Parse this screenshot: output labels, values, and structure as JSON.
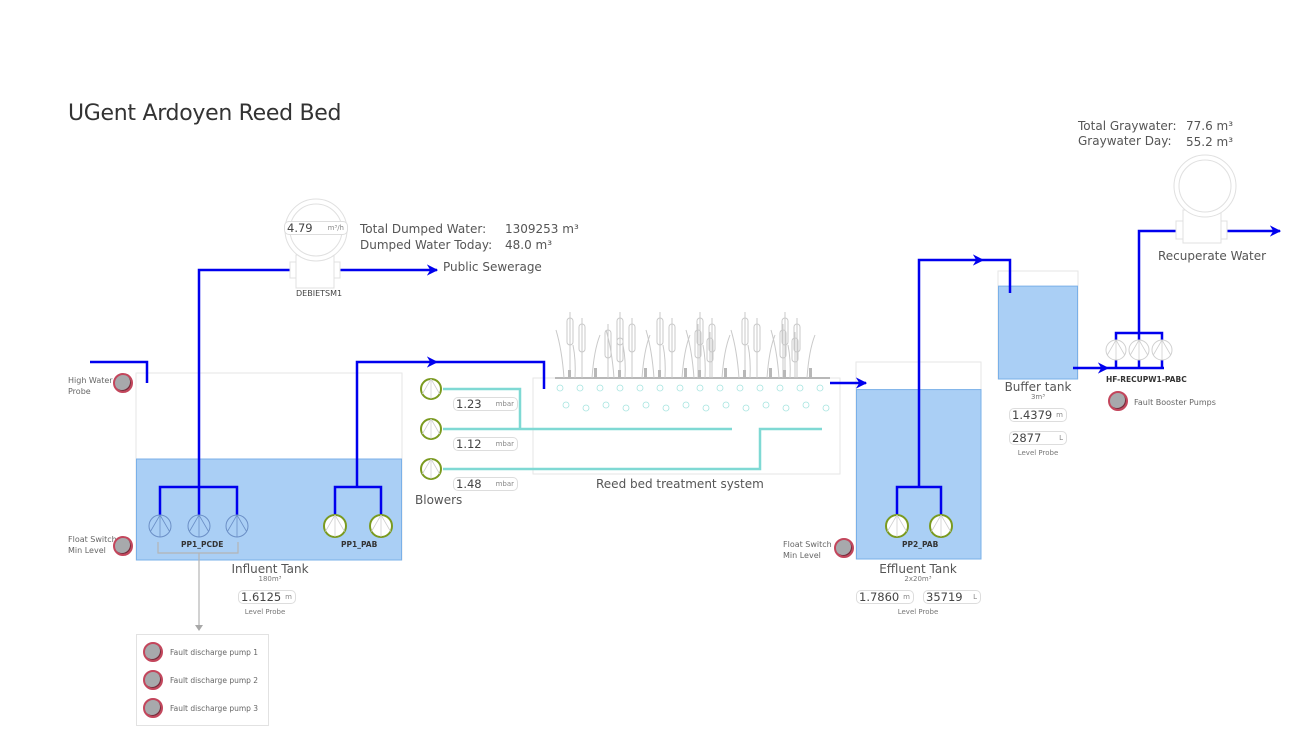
{
  "page": {
    "title": "UGent Ardoyen Reed Bed"
  },
  "flowmeter_sewer": {
    "tag": "DEBIETSM1",
    "value": "4.79",
    "unit": "m³/h",
    "total_label": "Total Dumped Water:",
    "total_value": "1309253 m³",
    "today_label": "Dumped Water Today:",
    "today_value": "48.0 m³",
    "destination": "Public Sewerage"
  },
  "flowmeter_recup": {
    "total_label": "Total Graywater:",
    "total_value": "77.6 m³",
    "day_label": "Graywater Day:",
    "day_value": "55.2 m³",
    "destination": "Recuperate Water"
  },
  "influent_tank": {
    "name": "Influent Tank",
    "volume": "180m³",
    "level_value": "1.6125",
    "level_unit": "m",
    "level_label": "Level Probe",
    "fill_fraction": 0.54,
    "high_water_label_1": "High Water",
    "high_water_label_2": "Probe",
    "float_label_1": "Float Switch",
    "float_label_2": "Min Level",
    "pump_group_1": "PP1_PCDE",
    "pump_group_2": "PP1_PAB"
  },
  "faults": [
    {
      "label": "Fault discharge pump 1"
    },
    {
      "label": "Fault discharge pump 2"
    },
    {
      "label": "Fault discharge pump 3"
    }
  ],
  "blowers": {
    "label": "Blowers",
    "items": [
      {
        "value": "1.23",
        "unit": "mbar"
      },
      {
        "value": "1.12",
        "unit": "mbar"
      },
      {
        "value": "1.48",
        "unit": "mbar"
      }
    ]
  },
  "reed_bed": {
    "name": "Reed bed treatment system"
  },
  "effluent_tank": {
    "name": "Effluent Tank",
    "volume": "2x20m³",
    "level_value": "1.7860",
    "level_unit": "m",
    "liters_value": "35719",
    "liters_unit": "L",
    "level_label": "Level Probe",
    "fill_fraction": 0.86,
    "float_label_1": "Float Switch",
    "float_label_2": "Min Level",
    "pump_group": "PP2_PAB"
  },
  "buffer_tank": {
    "name": "Buffer tank",
    "volume": "3m³",
    "level_value": "1.4379",
    "level_unit": "m",
    "liters_value": "2877",
    "liters_unit": "L",
    "level_label": "Level Probe",
    "fill_fraction": 0.86
  },
  "booster": {
    "tag": "HF-RECUPW1-PABC",
    "fault_label": "Fault Booster Pumps"
  },
  "colors": {
    "pipe": "#0000ee",
    "air_pipe": "#7fd9d4",
    "water": "#aacff5",
    "pump_active": "#7a9a1f",
    "fault_ring": "#c3465c",
    "fault_fill": "#a7a9ac"
  }
}
